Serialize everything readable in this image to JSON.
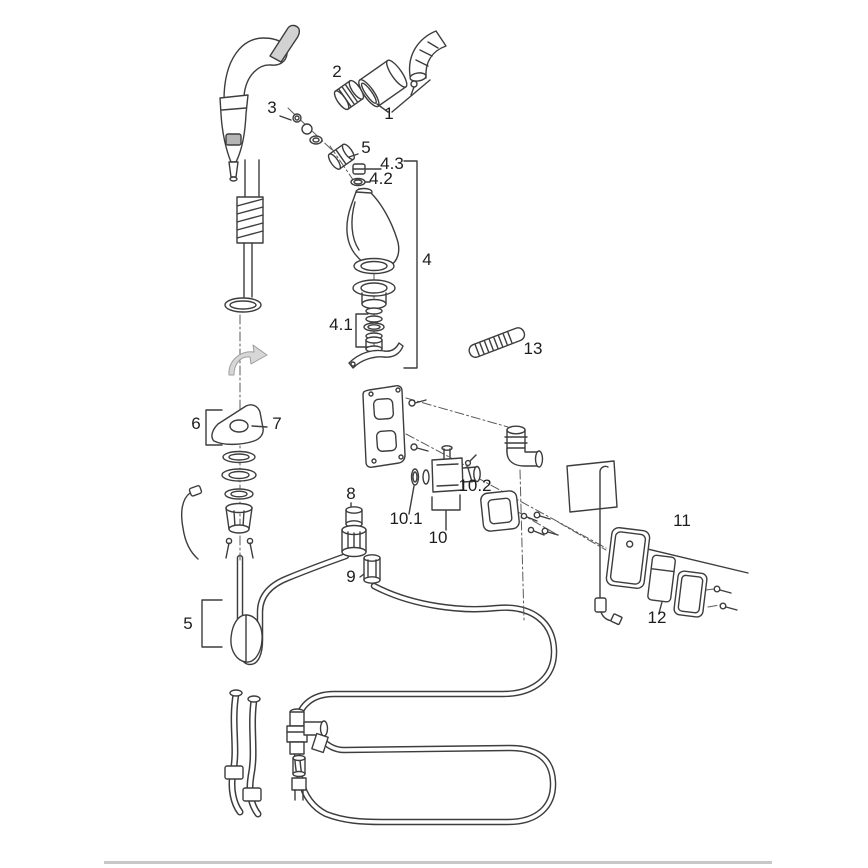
{
  "diagram": {
    "type": "exploded-parts-diagram",
    "subject": "pull-down-kitchen-faucet-exploded-view",
    "colors": {
      "line": "#3d3d3d",
      "shade": "#d2d2d2",
      "label": "#1d1d1d",
      "rule": "#c8c8c8"
    },
    "labels": [
      {
        "id": "2",
        "text": "2"
      },
      {
        "id": "1",
        "text": "1"
      },
      {
        "id": "3",
        "text": "3"
      },
      {
        "id": "5-upper",
        "text": "5"
      },
      {
        "id": "4.3",
        "text": "4.3"
      },
      {
        "id": "4.2",
        "text": "4.2"
      },
      {
        "id": "4",
        "text": "4"
      },
      {
        "id": "4.1",
        "text": "4.1"
      },
      {
        "id": "13",
        "text": "13"
      },
      {
        "id": "6",
        "text": "6"
      },
      {
        "id": "7",
        "text": "7"
      },
      {
        "id": "8",
        "text": "8"
      },
      {
        "id": "10.2",
        "text": "10.2"
      },
      {
        "id": "10.1",
        "text": "10.1"
      },
      {
        "id": "10",
        "text": "10"
      },
      {
        "id": "9",
        "text": "9"
      },
      {
        "id": "11",
        "text": "11"
      },
      {
        "id": "12",
        "text": "12"
      },
      {
        "id": "5-lower",
        "text": "5"
      }
    ]
  }
}
